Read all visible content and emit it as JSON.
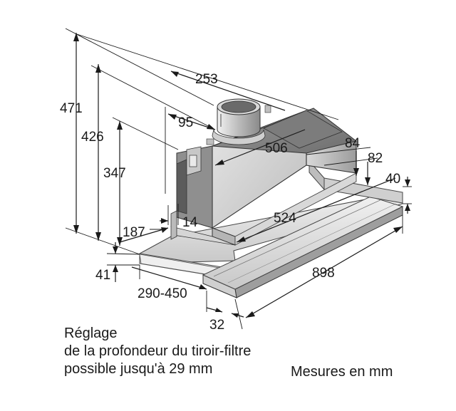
{
  "dimensions": {
    "d471": "471",
    "d426": "426",
    "d347": "347",
    "d253": "253",
    "d95": "95",
    "d506": "506",
    "d84": "84",
    "d82": "82",
    "d40": "40",
    "d14": "14",
    "d524": "524",
    "d187": "187",
    "d41": "41",
    "d898": "898",
    "d290_450": "290-450",
    "d32": "32"
  },
  "caption": {
    "line1": "Réglage",
    "line2": "de la profondeur du tiroir-filtre",
    "line3": "possible jusqu'à 29 mm"
  },
  "units_note": "Mesures en mm"
}
